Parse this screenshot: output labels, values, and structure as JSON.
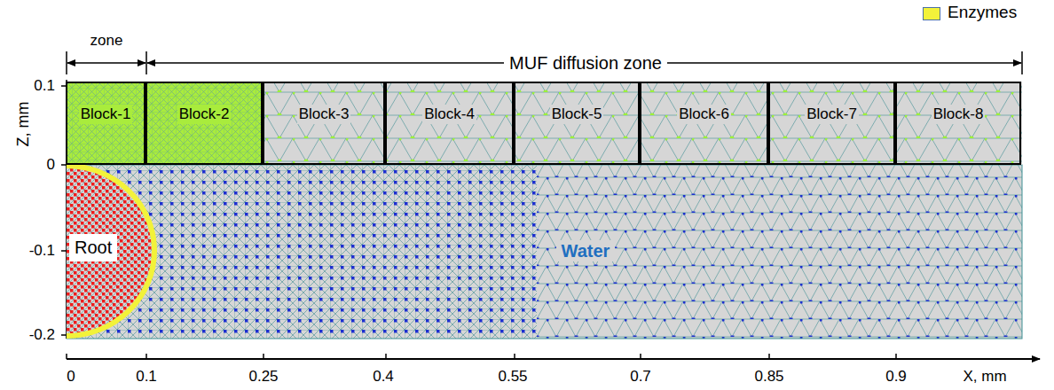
{
  "diagram": {
    "nodes": [
      {
        "text": [
          "Block-1"
        ]
      },
      {
        "text": [
          "Block-2"
        ]
      },
      {
        "text": [
          "Block-3"
        ]
      },
      {
        "text": [
          "Block-4"
        ]
      },
      {
        "text": [
          "Block-5"
        ]
      },
      {
        "text": [
          "Block-6"
        ]
      },
      {
        "text": [
          "Block-7"
        ]
      },
      {
        "text": [
          "Block-8"
        ]
      },
      {
        "text": [
          "Root"
        ]
      }
    ],
    "labels": [
      "zone",
      "MUF diffusion zone",
      "Z, mm",
      "0.1",
      "0",
      "-0.1",
      "-0.2",
      "0",
      "0.1",
      "0.25",
      "0.4",
      "0.55",
      "0.7",
      "0.85",
      "0.9",
      "X, mm",
      "Water"
    ],
    "legend": [
      {
        "text": "Enzymes",
        "color": "#f2f23a"
      }
    ]
  }
}
